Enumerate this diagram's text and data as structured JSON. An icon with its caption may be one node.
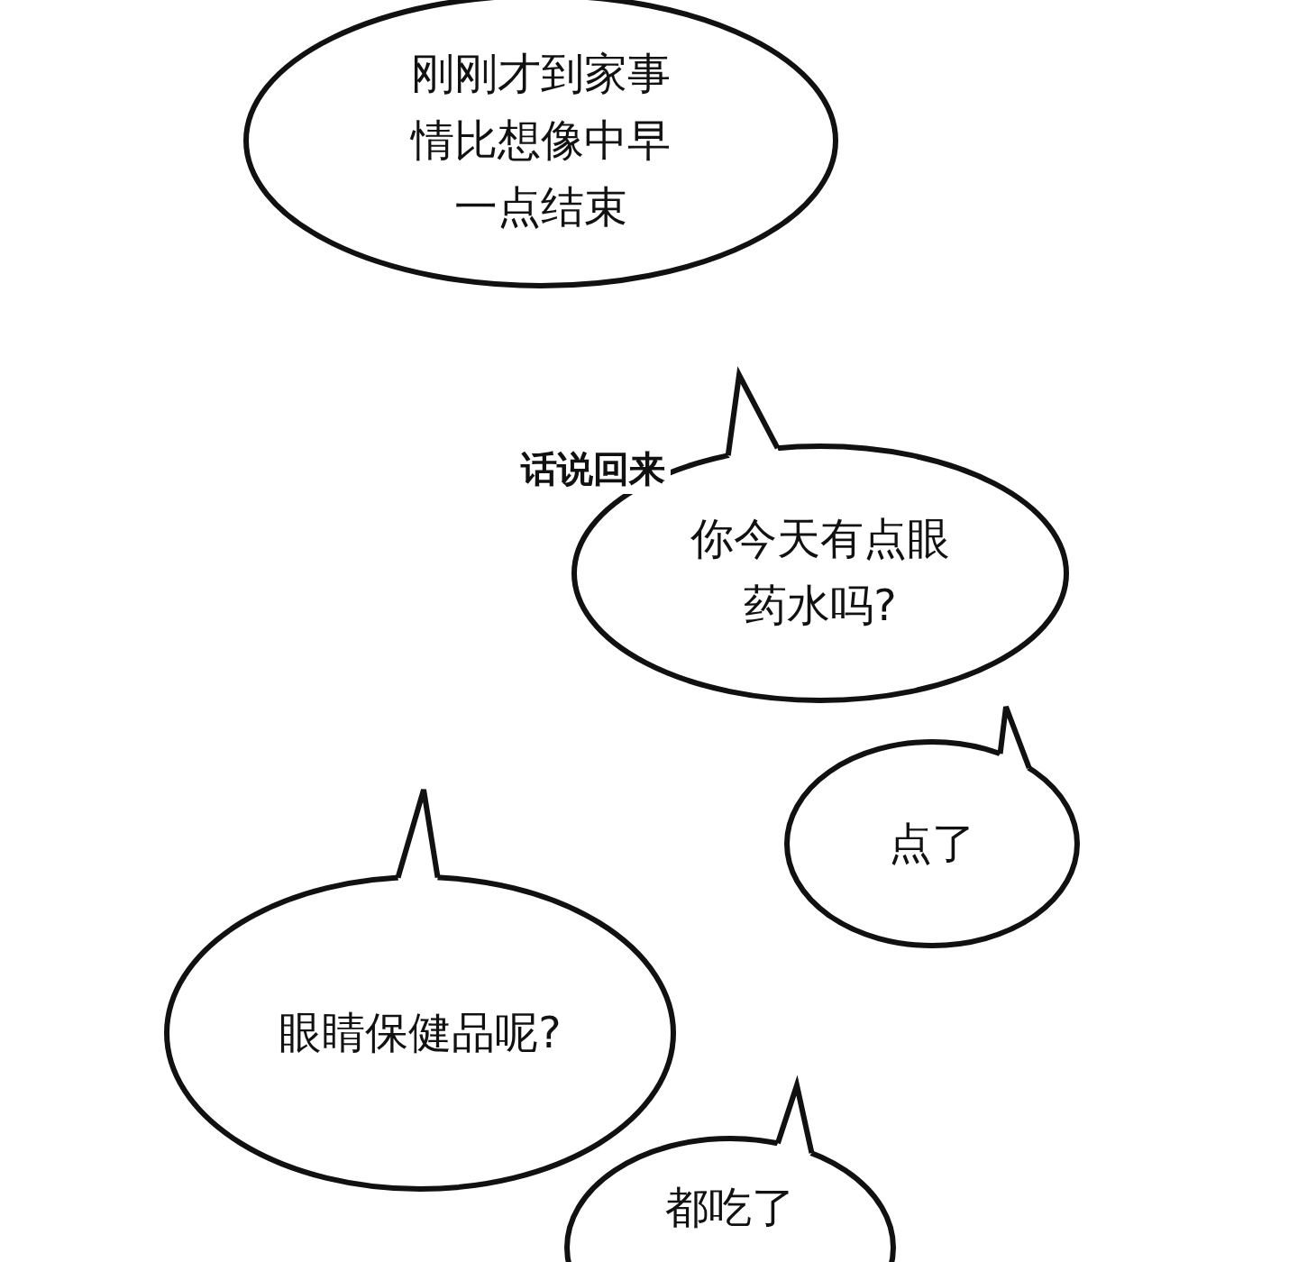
{
  "diagram": {
    "nodes": [
      {
        "text": [
          "刚刚才到家事情比想像中早一点结束"
        ]
      },
      {
        "text": [
          "你今天有点眼药水吗?"
        ]
      },
      {
        "text": [
          "点了"
        ]
      },
      {
        "text": [
          "眼睛保健品呢?"
        ]
      },
      {
        "text": [
          "都吃了"
        ]
      }
    ],
    "labels": [
      "话说回来"
    ]
  }
}
